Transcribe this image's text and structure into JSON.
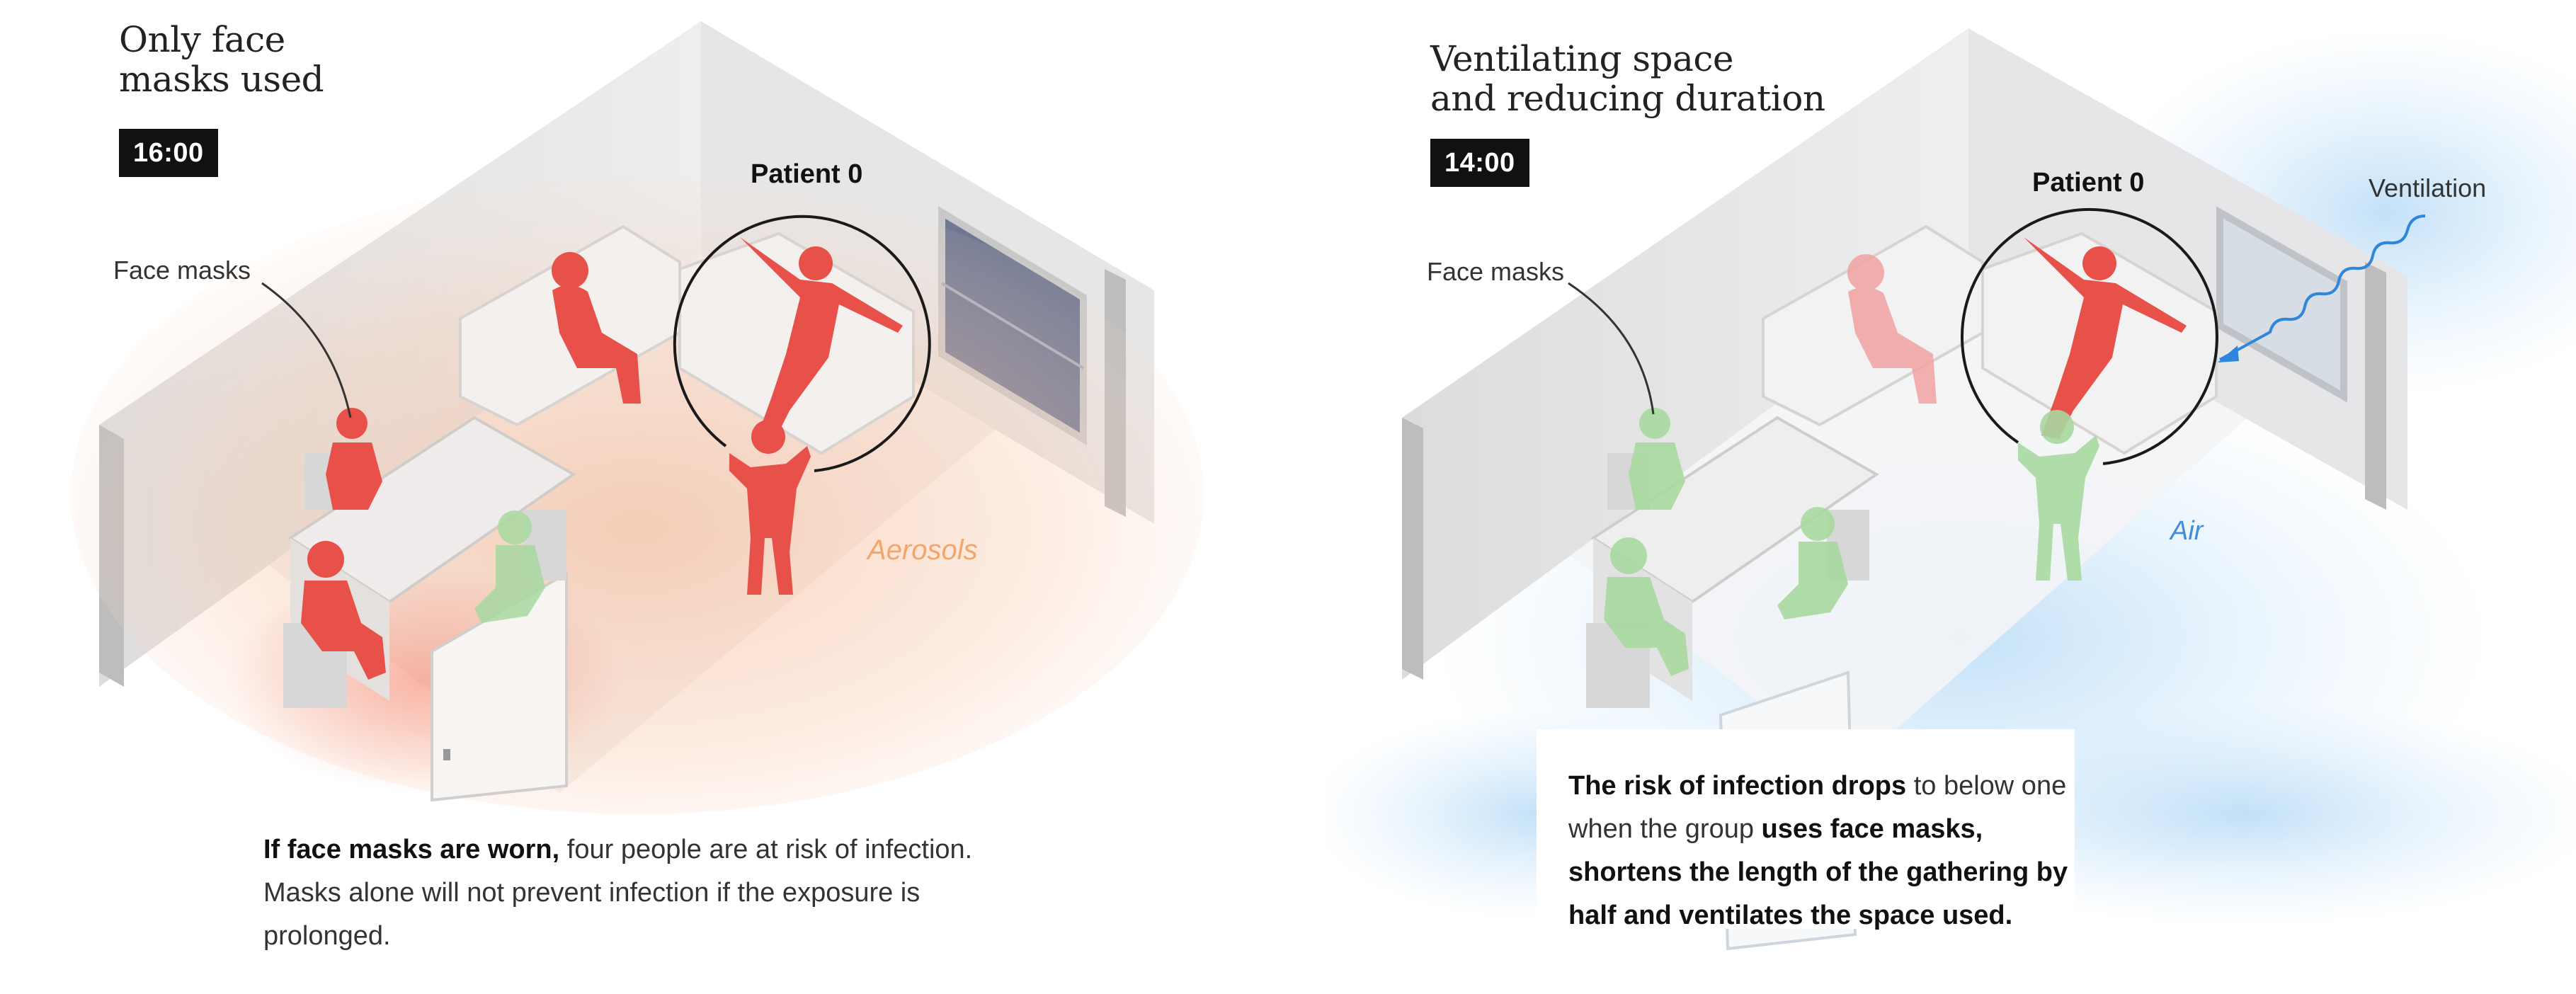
{
  "left": {
    "title": [
      "Only face",
      "masks used"
    ],
    "time": "16:00",
    "labels": {
      "patient": "Patient 0",
      "face_masks": "Face masks",
      "aerosols": "Aerosols"
    },
    "caption": {
      "bold": "If face masks are worn,",
      "rest": " four people are at risk of infection. Masks alone will not prevent infection if the exposure is prolonged."
    }
  },
  "right": {
    "title": [
      "Ventilating space",
      "and reducing duration"
    ],
    "time": "14:00",
    "labels": {
      "patient": "Patient 0",
      "face_masks": "Face masks",
      "ventilation": "Ventilation",
      "air": "Air"
    },
    "caption": {
      "bold1": "The risk of infection drops",
      "text1": " to below one when the group ",
      "bold2": "uses face masks, shortens the length of the gathering by half and ventilates the space used."
    }
  },
  "colors": {
    "infected": "#e8504a",
    "at_risk_light": "#f0a2a2",
    "safe": "#a8d9a0",
    "aerosol_label": "#f3a66a",
    "air_label": "#3f8fd8",
    "ventilation_arrow": "#2f86dc"
  }
}
